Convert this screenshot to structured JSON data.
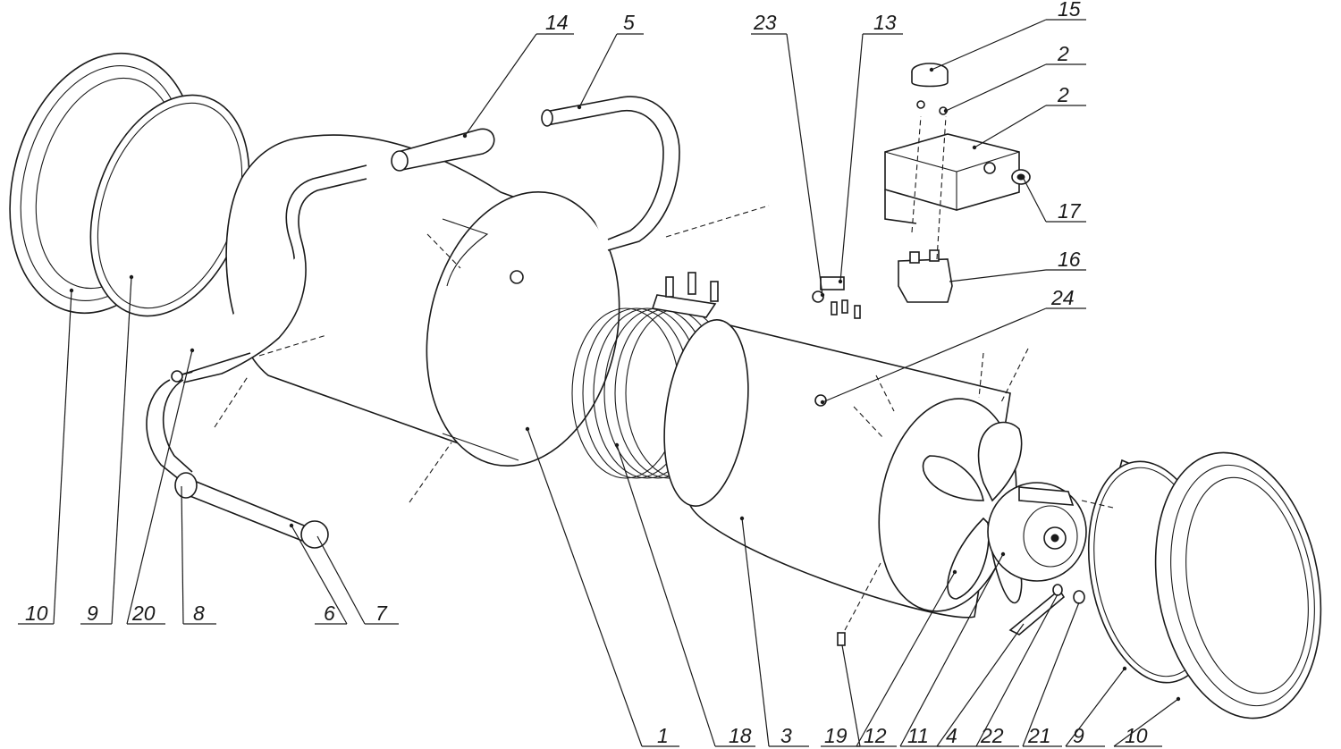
{
  "callouts": [
    {
      "id": "c14",
      "text": "14"
    },
    {
      "id": "c5",
      "text": "5"
    },
    {
      "id": "c23",
      "text": "23"
    },
    {
      "id": "c13",
      "text": "13"
    },
    {
      "id": "c15",
      "text": "15"
    },
    {
      "id": "c2a",
      "text": "2"
    },
    {
      "id": "c2b",
      "text": "2"
    },
    {
      "id": "c17",
      "text": "17"
    },
    {
      "id": "c16",
      "text": "16"
    },
    {
      "id": "c24",
      "text": "24"
    },
    {
      "id": "c10l",
      "text": "10"
    },
    {
      "id": "c9l",
      "text": "9"
    },
    {
      "id": "c20",
      "text": "20"
    },
    {
      "id": "c8",
      "text": "8"
    },
    {
      "id": "c6",
      "text": "6"
    },
    {
      "id": "c7",
      "text": "7"
    },
    {
      "id": "c1",
      "text": "1"
    },
    {
      "id": "c18",
      "text": "18"
    },
    {
      "id": "c3",
      "text": "3"
    },
    {
      "id": "c19",
      "text": "19"
    },
    {
      "id": "c12",
      "text": "12"
    },
    {
      "id": "c11",
      "text": "11"
    },
    {
      "id": "c4",
      "text": "4"
    },
    {
      "id": "c22",
      "text": "22"
    },
    {
      "id": "c21",
      "text": "21"
    },
    {
      "id": "c9r",
      "text": "9"
    },
    {
      "id": "c10r",
      "text": "10"
    }
  ]
}
